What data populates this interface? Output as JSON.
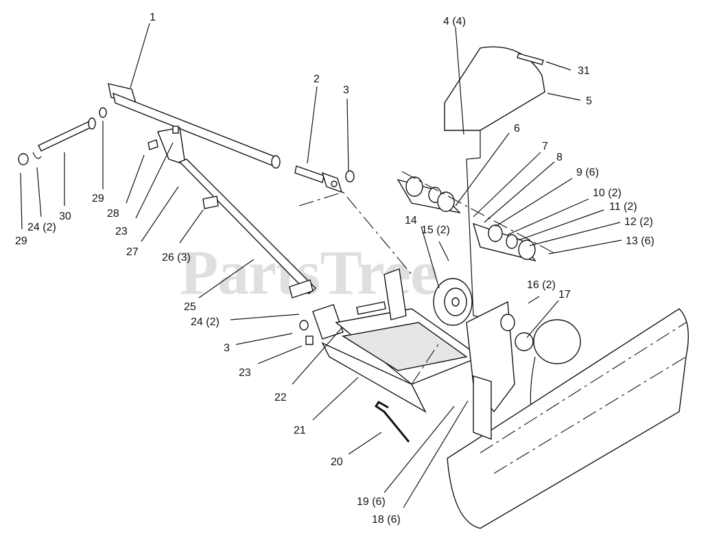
{
  "watermark": {
    "text": "PartsTree",
    "trademark": "™"
  },
  "callouts": [
    {
      "id": "c1",
      "label": "1"
    },
    {
      "id": "c2",
      "label": "2"
    },
    {
      "id": "c3a",
      "label": "3"
    },
    {
      "id": "c4",
      "label": "4 (4)"
    },
    {
      "id": "c31",
      "label": "31"
    },
    {
      "id": "c5",
      "label": "5"
    },
    {
      "id": "c6",
      "label": "6"
    },
    {
      "id": "c7",
      "label": "7"
    },
    {
      "id": "c8",
      "label": "8"
    },
    {
      "id": "c9",
      "label": "9 (6)"
    },
    {
      "id": "c10",
      "label": "10 (2)"
    },
    {
      "id": "c11",
      "label": "11 (2)"
    },
    {
      "id": "c12",
      "label": "12 (2)"
    },
    {
      "id": "c13",
      "label": "13 (6)"
    },
    {
      "id": "c14",
      "label": "14"
    },
    {
      "id": "c15",
      "label": "15 (2)"
    },
    {
      "id": "c16",
      "label": "16 (2)"
    },
    {
      "id": "c17",
      "label": "17"
    },
    {
      "id": "c29a",
      "label": "29"
    },
    {
      "id": "c29b",
      "label": "29"
    },
    {
      "id": "c24a",
      "label": "24 (2)"
    },
    {
      "id": "c30",
      "label": "30"
    },
    {
      "id": "c28",
      "label": "28"
    },
    {
      "id": "c23a",
      "label": "23"
    },
    {
      "id": "c27",
      "label": "27"
    },
    {
      "id": "c26",
      "label": "26 (3)"
    },
    {
      "id": "c25",
      "label": "25"
    },
    {
      "id": "c24b",
      "label": "24 (2)"
    },
    {
      "id": "c3b",
      "label": "3"
    },
    {
      "id": "c23b",
      "label": "23"
    },
    {
      "id": "c22",
      "label": "22"
    },
    {
      "id": "c21",
      "label": "21"
    },
    {
      "id": "c20",
      "label": "20"
    },
    {
      "id": "c19",
      "label": "19 (6)"
    },
    {
      "id": "c18",
      "label": "18 (6)"
    }
  ]
}
